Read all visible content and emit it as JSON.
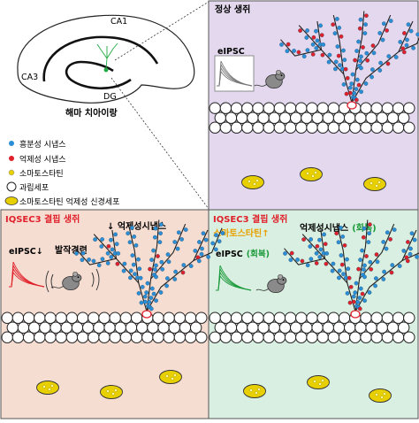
{
  "overview": {
    "regions": {
      "ca1": "CA1",
      "ca3": "CA3",
      "dg": "DG"
    },
    "caption": "해마 치아이랑"
  },
  "legend": {
    "items": [
      {
        "label": "흥분성 시냅스",
        "color": "#2a8fd6",
        "icon": "blue-dot"
      },
      {
        "label": "억제성 시냅스",
        "color": "#e0202a",
        "icon": "red-dot"
      },
      {
        "label": "소마토스타틴",
        "color": "#e8d000",
        "icon": "yellow-dot"
      },
      {
        "label": "과립세포",
        "color": "#ffffff",
        "icon": "granule-cell-circle"
      },
      {
        "label": "소마토스타틴 억제성 신경세포",
        "color": "#e8d000",
        "icon": "somatostatin-neuron-ellipse"
      }
    ]
  },
  "panels": {
    "normal": {
      "title": "정상 생쥐",
      "bg": "#e3d8ee",
      "ipsc_label": "eIPSC",
      "trace_color": "#777777"
    },
    "mutant": {
      "title": "IQSEC3 결핍 생쥐",
      "bg": "#f6ddd2",
      "title_color": "#e0202a",
      "synapse_label": "↓ 억제성시냅스",
      "ipsc_label": "eIPSC↓",
      "seizure_label": "발작경련",
      "trace_color": "#e0202a"
    },
    "recovered": {
      "title": "IQSEC3 결핍 생쥐",
      "bg": "#d9efe1",
      "title_color": "#e0202a",
      "sst_label": "소마토스타틴↑",
      "sst_color": "#e8a000",
      "synapse_label": "억제성시냅스",
      "synapse_note": "(회복)",
      "ipsc_label": "eIPSC",
      "ipsc_note": "(회복)",
      "note_color": "#1a9a3a",
      "trace_color": "#1a9a3a"
    }
  },
  "colors": {
    "excitatory": "#2a8fd6",
    "inhibitory": "#e0202a",
    "soma_yellow": "#e8d000",
    "border": "#555555"
  }
}
